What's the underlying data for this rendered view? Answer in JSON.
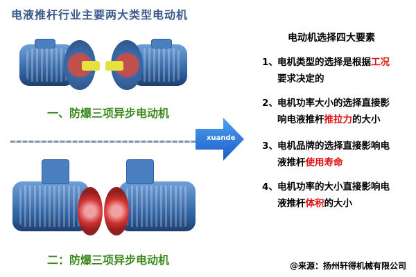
{
  "title": "电液推杆行业主要两大类型电动机",
  "left": {
    "caption_1": "一、防爆三项异步电动机",
    "caption_2": "二：防爆三项异步电动机"
  },
  "arrow": {
    "label": "xuande",
    "color": "#1e6fd8"
  },
  "right": {
    "heading": "电动机选择四大要素",
    "items": [
      {
        "num": "1、",
        "pre": "电机类型的选择是根据",
        "hl": "工况",
        "post": "要求决定的"
      },
      {
        "num": "2、",
        "pre": "电机功率大小的选择直接影响电液推杆",
        "hl": "推拉力",
        "post": "的大小"
      },
      {
        "num": "3、",
        "pre": "电机品牌的选择直接影响电液推杆",
        "hl": "使用寿命",
        "post": ""
      },
      {
        "num": "4、",
        "pre": "电机功率的大小直接影响电液推杆",
        "hl": "体积",
        "post": "的大小"
      }
    ]
  },
  "source": "@来源：扬州轩得机械有限公司",
  "colors": {
    "title": "#3a5a8c",
    "caption": "#3c8a1e",
    "highlight": "#e01010"
  }
}
